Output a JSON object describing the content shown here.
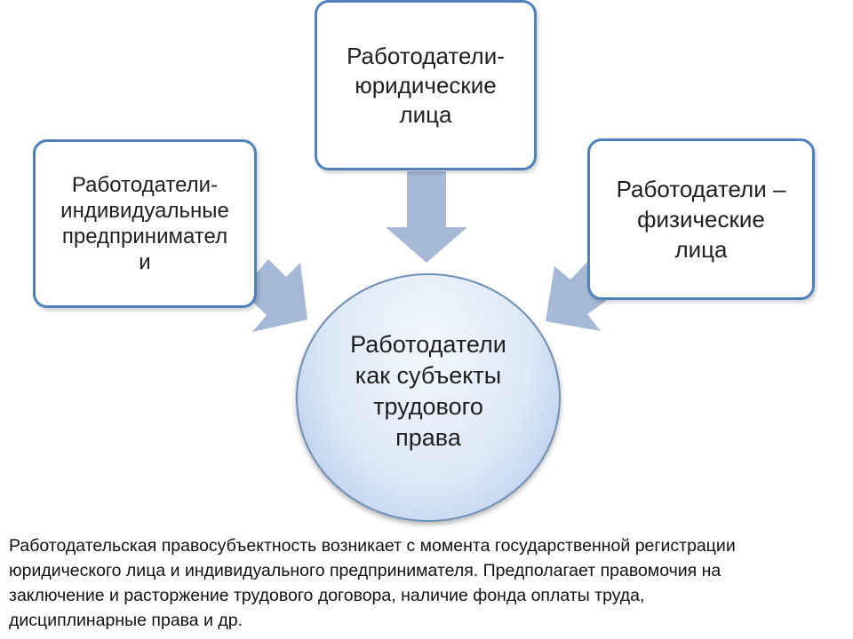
{
  "diagram": {
    "node_left": "Работодатели-\nиндивидуальные\nпредпринимател\nи",
    "node_top": "Работодатели-\nюридические\nлица",
    "node_right": "Работодатели –\nфизические\nлица",
    "node_center": "Работодатели\nкак субъекты\nтрудового\nправа"
  },
  "caption": "Работодательская правосубъектность возникает с момента государственной регистрации\nюридического лица и индивидуального предпринимателя. Предполагает правомочия на\nзаключение  и расторжение трудового договора, наличие  фонда оплаты труда,\nдисциплинарные права и др.",
  "colors": {
    "box_border": "#4f81bd",
    "arrow": "#a5b8d6",
    "circle_fill": "#dce8f6"
  }
}
